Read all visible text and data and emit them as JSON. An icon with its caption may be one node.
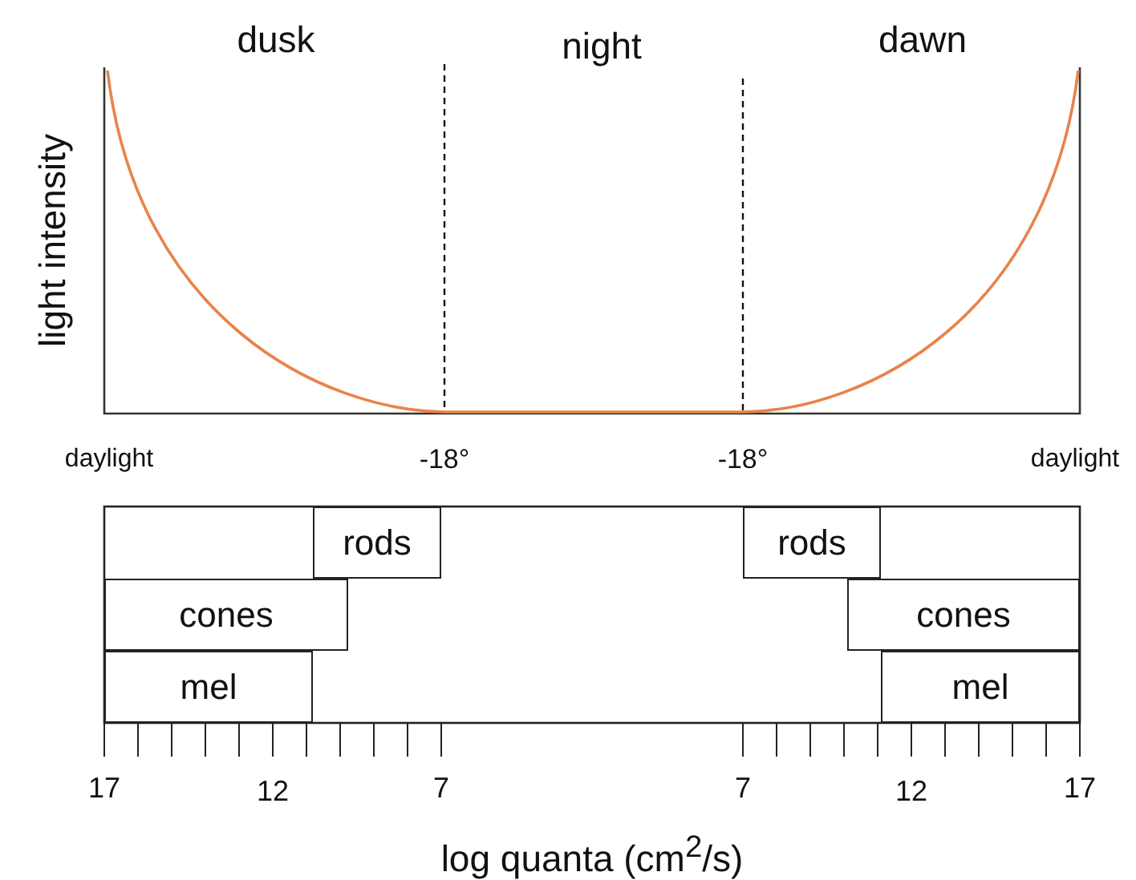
{
  "diagram": {
    "nodes": [
      {
        "text": [
          "rods"
        ]
      },
      {
        "text": [
          "cones"
        ]
      },
      {
        "text": [
          "mel"
        ]
      },
      {
        "text": [
          "rods"
        ]
      },
      {
        "text": [
          "cones"
        ]
      },
      {
        "text": [
          "mel"
        ]
      }
    ],
    "labels": [
      "dusk",
      "night",
      "dawn",
      "light intensity",
      "daylight",
      "-18°",
      "-18°",
      "daylight",
      "17",
      "12",
      "7",
      "7",
      "12",
      "17",
      "log quanta (cm$^{2}$/s)"
    ]
  }
}
